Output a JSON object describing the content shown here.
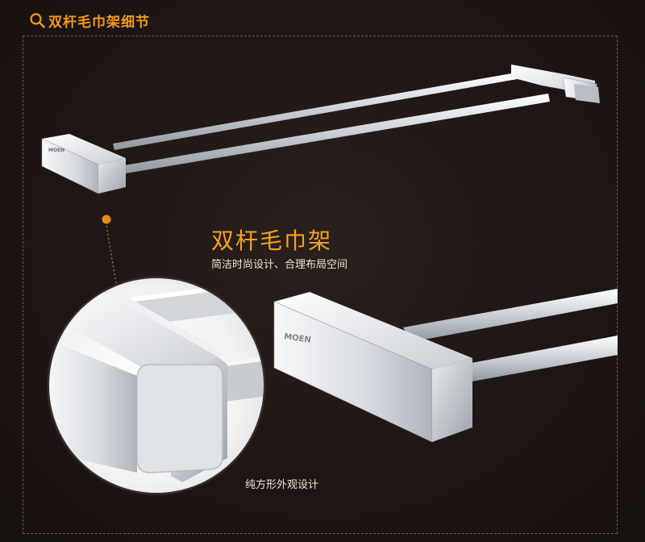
{
  "header": {
    "icon": "search-icon",
    "title": "双杆毛巾架细节"
  },
  "product": {
    "name": "双杆毛巾架",
    "tagline": "简洁时尚设计、合理布局空间",
    "detail_caption": "纯方形外观设计",
    "brand": "MOEN"
  },
  "colors": {
    "accent": "#f09a14",
    "background": "#1d1513",
    "dashed_border": "#6a5b50",
    "chrome": "#d9dde2"
  }
}
